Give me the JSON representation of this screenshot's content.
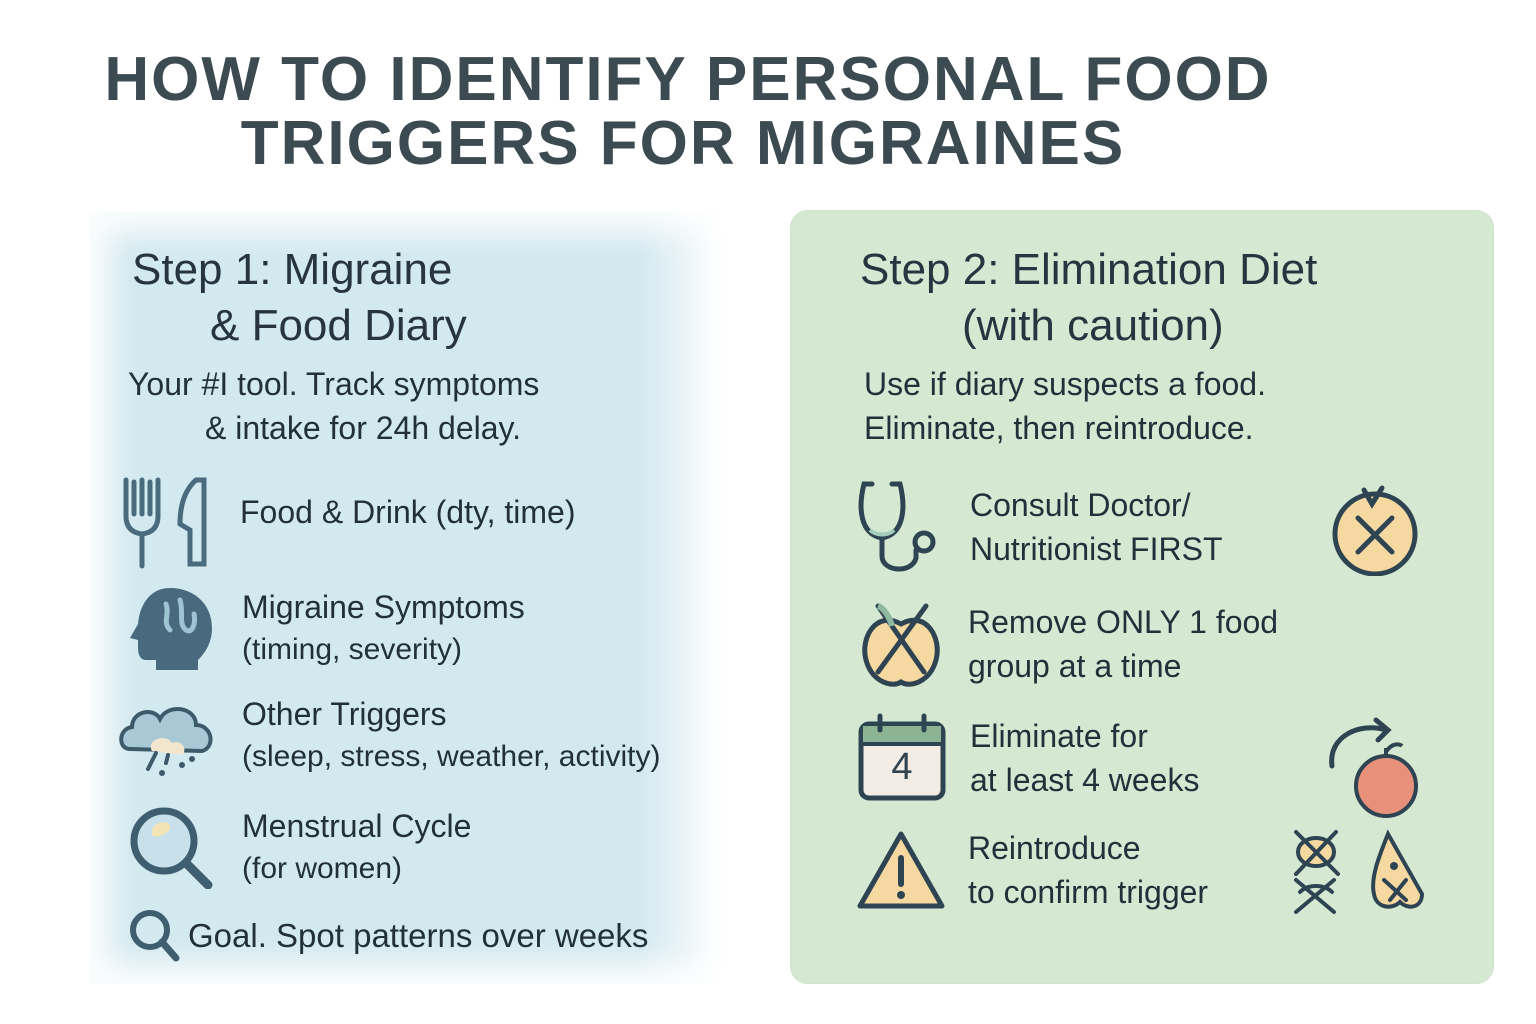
{
  "title": {
    "line1": "HOW TO IDENTIFY PERSONAL FOOD",
    "line2": "TRIGGERS FOR MIGRAINES"
  },
  "step1": {
    "heading_line1": "Step 1: Migraine",
    "heading_line2": "& Food Diary",
    "subtitle_line1": "Your #I tool. Track symptoms",
    "subtitle_line2": "& intake for 24h delay.",
    "background_color": "#d3e9f0",
    "items": [
      {
        "icon": "fork-knife-icon",
        "main": "Food & Drink (dty, time)",
        "sub": ""
      },
      {
        "icon": "head-brain-icon",
        "main": "Migraine Symptoms",
        "sub": "(timing, severity)"
      },
      {
        "icon": "storm-cloud-icon",
        "main": "Other Triggers",
        "sub": "(sleep, stress, weather, activity)"
      },
      {
        "icon": "magnifier-icon",
        "main": "Menstrual Cycle",
        "sub": "(for women)"
      }
    ],
    "goal": {
      "icon": "search-icon",
      "text": "Goal. Spot patterns over weeks"
    }
  },
  "step2": {
    "heading_line1": "Step 2: Elimination Diet",
    "heading_line2": "(with caution)",
    "subtitle_line1": "Use if diary suspects a food.",
    "subtitle_line2": "Eliminate, then reintroduce.",
    "background_color": "#d5e8d2",
    "items": [
      {
        "icon": "stethoscope-icon",
        "line1": "Consult Doctor/",
        "line2": "Nutritionist FIRST",
        "side_icon": "crossed-fruit-icon"
      },
      {
        "icon": "crossed-apple-icon",
        "line1": "Remove ONLY 1 food",
        "line2": "group at a time",
        "side_icon": ""
      },
      {
        "icon": "calendar-icon",
        "calendar_number": "4",
        "line1": "Eliminate for",
        "line2": "at least 4 weeks",
        "side_icon": "reintroduce-apple-icon"
      },
      {
        "icon": "warning-icon",
        "line1": "Reintroduce",
        "line2": "to confirm trigger",
        "side_icon": "crossed-foods-icon"
      }
    ]
  },
  "colors": {
    "title": "#3c4b52",
    "text": "#22303a",
    "icon_stroke": "#2f4452",
    "icon_fill_blue": "#4e6f82",
    "icon_fill_yellow": "#f5d9a0",
    "apple_red": "#e8917a"
  }
}
